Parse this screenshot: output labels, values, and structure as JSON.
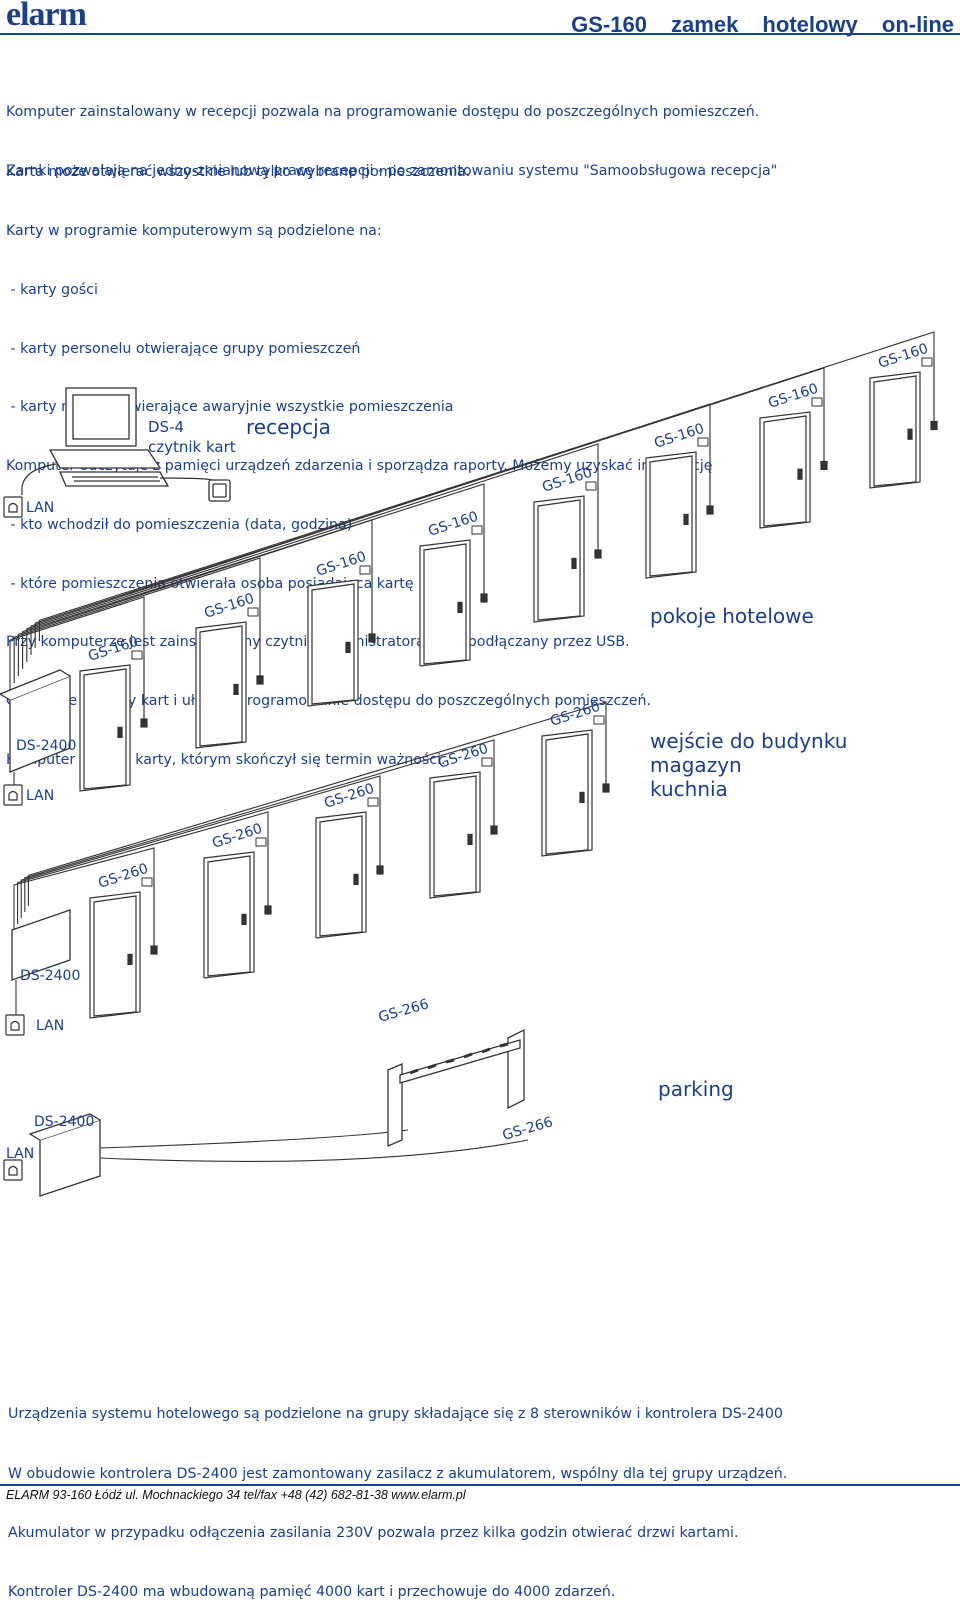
{
  "header": {
    "logo": "elarm",
    "title": "GS-160 zamek hotelowy on-line"
  },
  "intro": [
    "Komputer zainstalowany w recepcji pozwala na programowanie dostępu do poszczególnych pomieszczeń.",
    "Zamki pozwalają na jedno-zmianową pracę recepcji - po zamontowaniu systemu \"Samoobsługowa recepcja\""
  ],
  "body": [
    "Karta może otwierać wszystkie lub tylko wybrane pomieszczenia.",
    "Karty w programie komputerowym są podzielone na:",
    " - karty gości",
    " - karty personelu otwierające grupy pomieszczeń",
    " - karty master otwierające awaryjnie wszystkie pomieszczenia",
    "Komputer odczytuje z pamięci urządzeń zdarzenia i sporządza raporty. Możemy uzyskać informację",
    " - kto wchodził do pomieszczenia (data, godzina)",
    " - które pomieszczenia otwierała osoba posiadająca kartę",
    "Przy komputerze jest zainstalowany czytnik administratora DS-4 podłączany przez USB.",
    "Odczytuje numery kart i ułatwia programowanie dostępu do poszczególnych pomieszczeń.",
    "Komputer blokuje karty, którym skończył się termin ważności."
  ],
  "diagram": {
    "reader_label_1": "DS-4",
    "reader_label_2": "czytnik kart",
    "reception": "recepcja",
    "lan": "LAN",
    "controller": "DS-2400",
    "lock_gs160": "GS-160",
    "lock_gs260": "GS-260",
    "lock_gs266": "GS-266",
    "group_rooms": "pokoje hotelowe",
    "group_entrance_1": "wejście do budynku",
    "group_entrance_2": "magazyn",
    "group_entrance_3": "kuchnia",
    "group_parking": "parking"
  },
  "bottom": [
    "Urządzenia systemu hotelowego są podzielone na grupy składające się z 8 sterowników i kontrolera DS-2400",
    "W obudowie kontrolera DS-2400 jest zamontowany zasilacz z akumulatorem, wspólny dla tej grupy urządzeń.",
    "Akumulator w przypadku odłączenia zasilania 230V pozwala przez kilka godzin otwierać drzwi kartami.",
    "Kontroler DS-2400 ma wbudowaną pamięć 4000 kart i przechowuje do 4000 zdarzeń."
  ],
  "footer": "ELARM 93-160 Łódź ul. Mochnackiego 34 tel/fax  +48 (42)  682-81-38  www.elarm.pl",
  "colors": {
    "brand": "#1a3f8c",
    "line": "#333333"
  }
}
